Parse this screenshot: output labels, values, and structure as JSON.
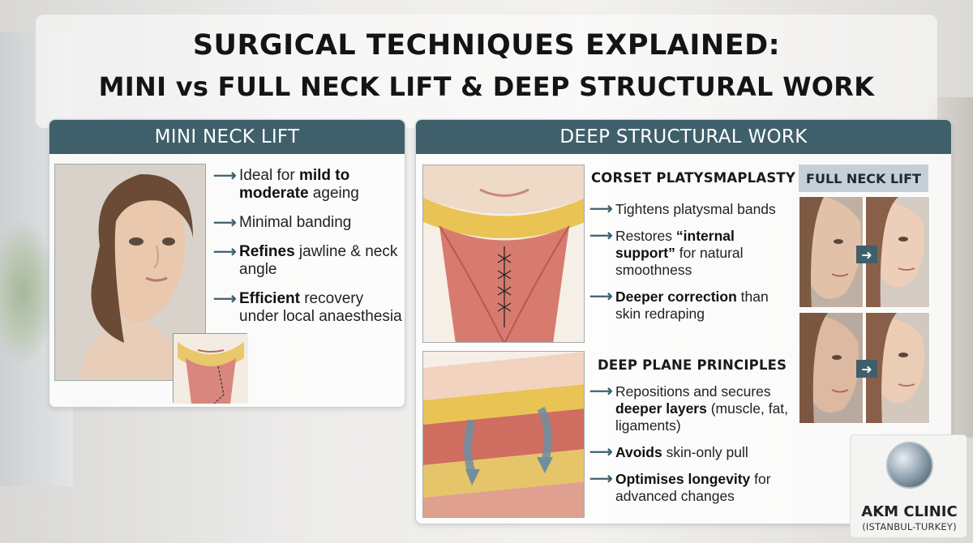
{
  "title": {
    "line1": "SURGICAL TECHNIQUES EXPLAINED:",
    "line2": "MINI vs FULL NECK LIFT & DEEP STRUCTURAL WORK"
  },
  "mini_neck_lift": {
    "header": "MINI NECK LIFT",
    "bullets": [
      {
        "pre": "Ideal for ",
        "bold": "mild to moderate",
        "post": " ageing"
      },
      {
        "pre": "Minimal banding",
        "bold": "",
        "post": ""
      },
      {
        "pre": "",
        "bold": "Refines",
        "post": " jawline & neck angle"
      },
      {
        "pre": "",
        "bold": "Efficient",
        "post": " recovery under local anaesthesia"
      }
    ]
  },
  "deep_structural_work": {
    "header": "DEEP STRUCTURAL WORK",
    "corset": {
      "heading": "CORSET PLATYSMAPLASTY",
      "bullets": [
        {
          "pre": "Tightens platysmal bands",
          "bold": "",
          "post": ""
        },
        {
          "pre": "Restores ",
          "bold": "“internal support”",
          "post": " for natural smoothness"
        },
        {
          "pre": "",
          "bold": "Deeper correction",
          "post": " than skin redraping"
        }
      ]
    },
    "deep_plane": {
      "heading": "DEEP PLANE PRINCIPLES",
      "bullets": [
        {
          "pre": "Repositions and secures ",
          "bold": "deeper layers",
          "post": " (muscle, fat, ligaments)"
        },
        {
          "pre": "",
          "bold": "Avoids",
          "post": " skin-only pull"
        },
        {
          "pre": "",
          "bold": "Optimises longevity",
          "post": " for advanced changes"
        }
      ]
    },
    "full_neck_lift_label": "FULL NECK LIFT"
  },
  "logo": {
    "name": "AKM CLINIC",
    "subtitle": "(ISTANBUL-TURKEY)"
  },
  "icons": {
    "bullet": "right-arrow-icon"
  },
  "colors": {
    "header_bg": "#3f5f6b",
    "arrow": "#3d6170",
    "tag_bg": "#c4d0d6"
  }
}
